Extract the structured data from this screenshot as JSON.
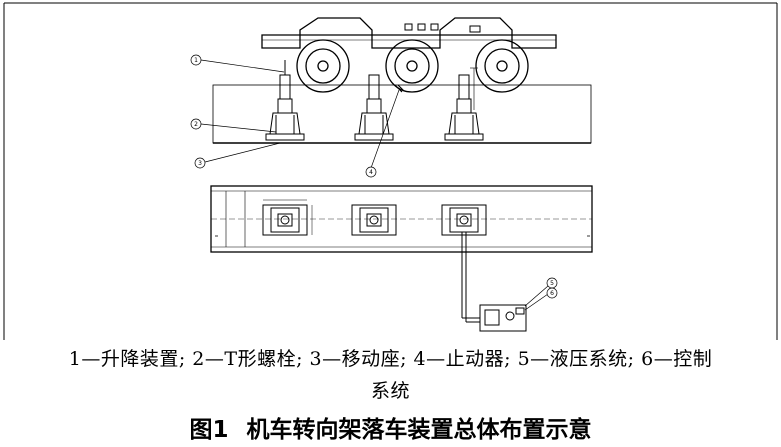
{
  "callouts": [
    "1",
    "2",
    "3",
    "4",
    "5",
    "6"
  ],
  "legend": {
    "line1": "1—升降装置; 2—T形螺栓; 3—移动座; 4—止动器; 5—液压系统; 6—控制",
    "line2": "系统"
  },
  "figure_caption": "图1  机车转向架落车装置总体布置示意"
}
